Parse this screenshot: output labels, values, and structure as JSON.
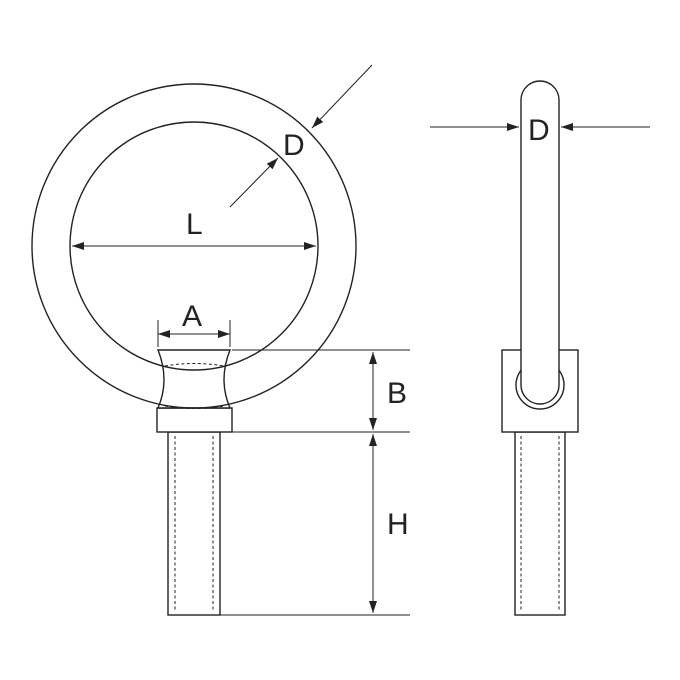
{
  "labels": {
    "ring_wire_diameter": "D",
    "inner_diameter": "L",
    "collar_width": "A",
    "collar_height": "B",
    "thread_length": "H",
    "side_wire_diameter": "D"
  },
  "colors": {
    "line": "#222222",
    "background": "#ffffff"
  }
}
